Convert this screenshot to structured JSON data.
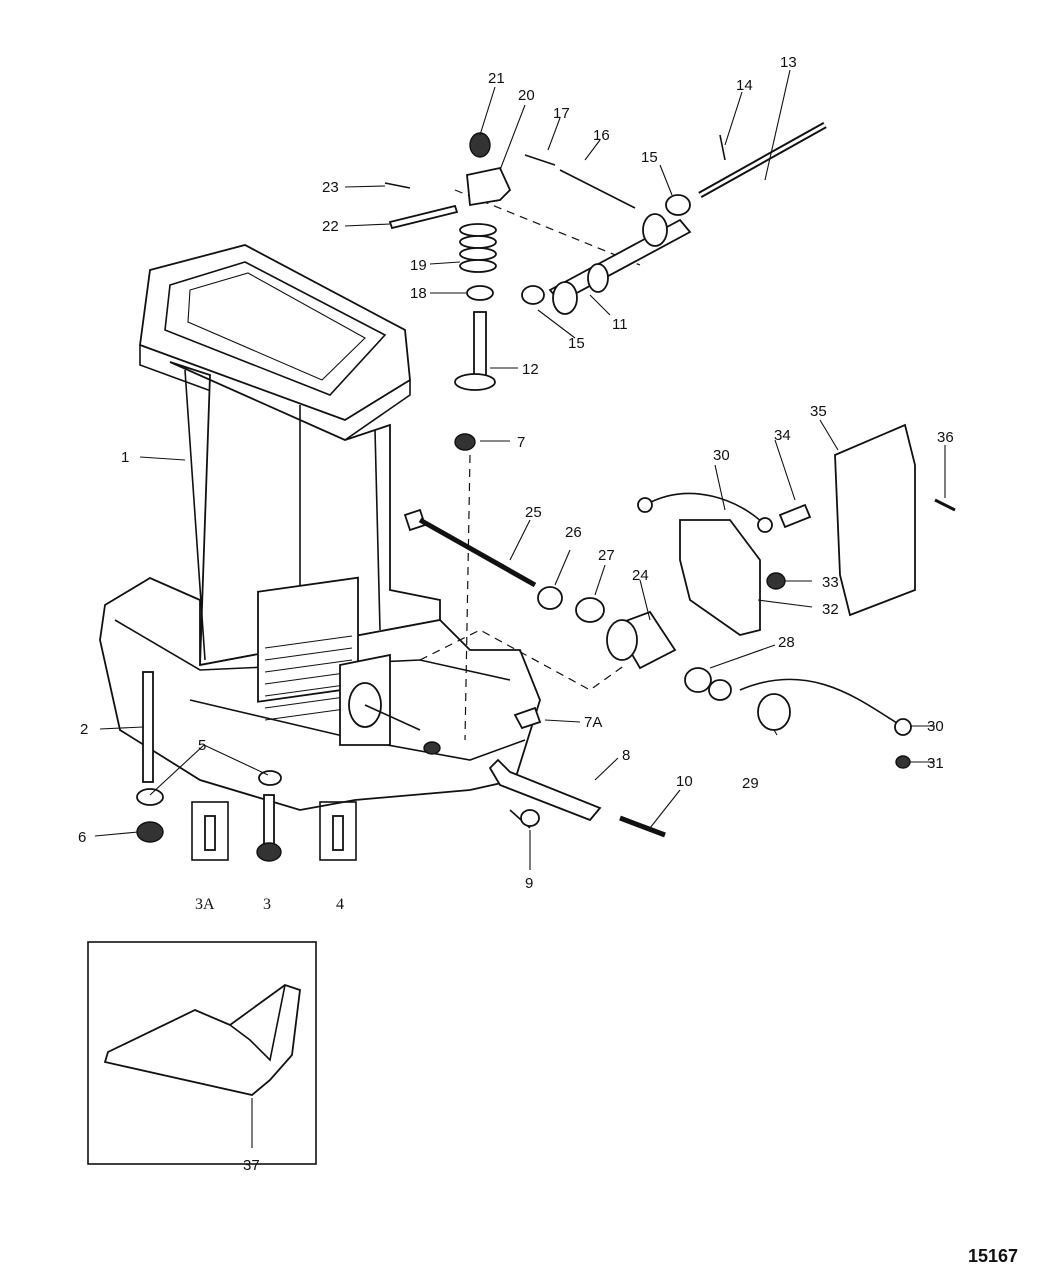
{
  "figure_number": "15167",
  "callouts": [
    "1",
    "2",
    "3",
    "3A",
    "4",
    "5",
    "6",
    "7",
    "7A",
    "8",
    "9",
    "10",
    "11",
    "12",
    "13",
    "14",
    "15",
    "16",
    "17",
    "18",
    "19",
    "20",
    "21",
    "22",
    "23",
    "24",
    "25",
    "26",
    "27",
    "28",
    "29",
    "30",
    "31",
    "32",
    "33",
    "34",
    "35",
    "36",
    "37"
  ],
  "colors": {
    "ink": "#111111",
    "paper": "#ffffff"
  }
}
